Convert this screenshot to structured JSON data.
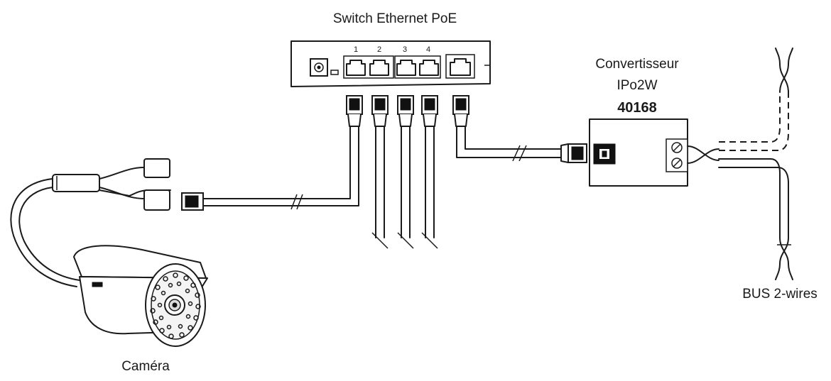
{
  "labels": {
    "switch": "Switch Ethernet PoE",
    "converter_line1": "Convertisseur",
    "converter_line2": "IPo2W",
    "converter_code": "40168",
    "bus": "BUS 2-wires",
    "camera": "Caméra"
  },
  "switch_ports": [
    "1",
    "2",
    "3",
    "4"
  ]
}
